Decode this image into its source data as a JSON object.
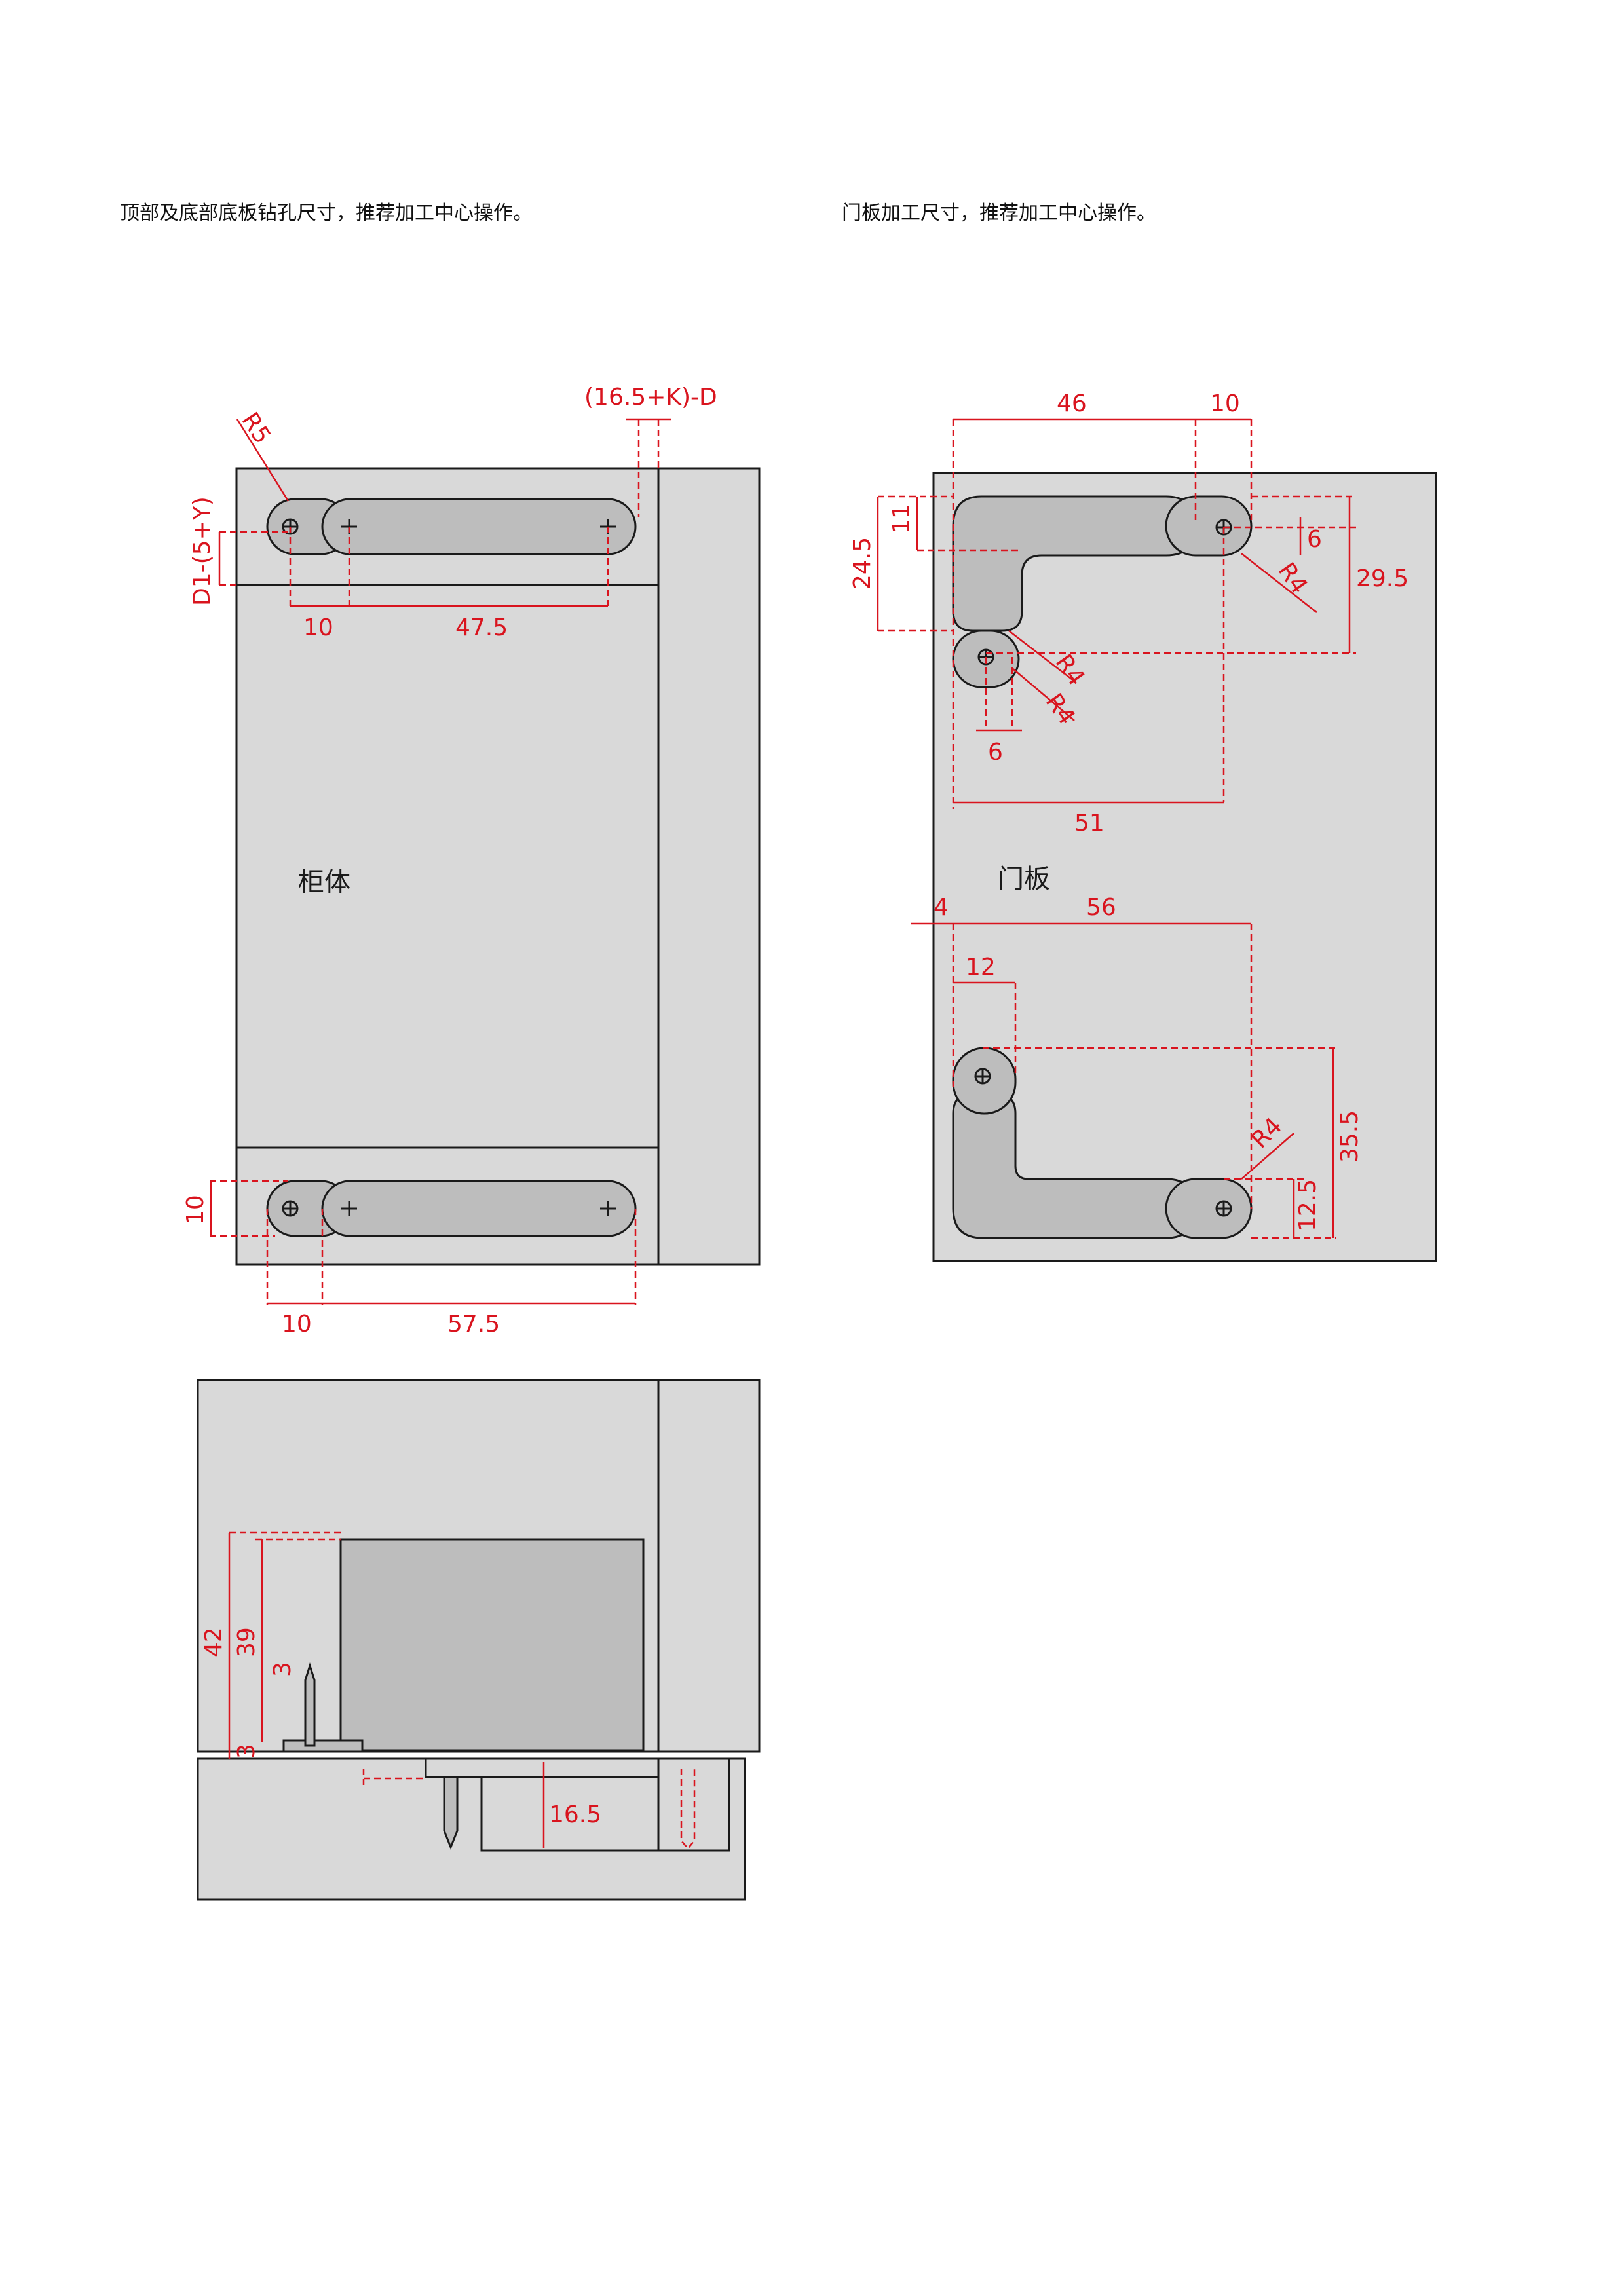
{
  "captions": {
    "left": "顶部及底部底板钻孔尺寸，推荐加工中心操作。",
    "right": "门板加工尺寸，推荐加工中心操作。"
  },
  "labels": {
    "cabinet": "柜体",
    "door": "门板"
  },
  "dimensions": {
    "radius_top": "R5",
    "offset_formula": "(16.5+K)-D",
    "d1_formula": "D1-(5+Y)",
    "top_gap": "10",
    "top_length": "47.5",
    "bottom_height": "10",
    "bottom_gap": "10",
    "bottom_length": "57.5",
    "door_top_width": "46",
    "door_top_right": "10",
    "door_11": "11",
    "door_24_5": "24.5",
    "door_6_right": "6",
    "door_r4_right": "R4",
    "door_29_5": "29.5",
    "door_r4_a": "R4",
    "door_r4_b": "R4",
    "door_6_bottom": "6",
    "door_51": "51",
    "door_4": "4",
    "door_56": "56",
    "door_12": "12",
    "door_r4_lower": "R4",
    "door_35_5": "35.5",
    "door_12_5": "12.5",
    "side_42": "42",
    "side_39": "39",
    "side_3_upper": "3",
    "side_3_lower": "3",
    "side_16_5": "16.5"
  },
  "colors": {
    "dimension": "#d9141e",
    "panel": "#d9d9d9",
    "slot": "#bdbdbd"
  }
}
